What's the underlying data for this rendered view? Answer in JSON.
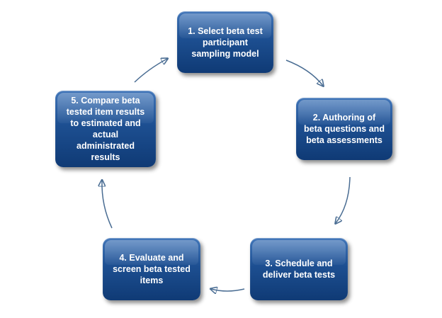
{
  "diagram": {
    "type": "cycle",
    "nodes": [
      {
        "id": "step-1",
        "label": "1. Select beta test\nparticipant\nsampling model"
      },
      {
        "id": "step-2",
        "label": "2. Authoring of\nbeta questions and\nbeta assessments"
      },
      {
        "id": "step-3",
        "label": "3. Schedule and\ndeliver beta tests"
      },
      {
        "id": "step-4",
        "label": "4. Evaluate and\nscreen beta tested\nitems"
      },
      {
        "id": "step-5",
        "label": "5. Compare beta\ntested item results\nto estimated and\nactual\nadministrated\nresults"
      }
    ],
    "edges": [
      {
        "from": "step-1",
        "to": "step-2"
      },
      {
        "from": "step-2",
        "to": "step-3"
      },
      {
        "from": "step-3",
        "to": "step-4"
      },
      {
        "from": "step-4",
        "to": "step-5"
      },
      {
        "from": "step-5",
        "to": "step-1"
      }
    ],
    "colors": {
      "node_fill": "#1d4f91",
      "node_text": "#ffffff",
      "arrow": "#4a6d93"
    }
  }
}
